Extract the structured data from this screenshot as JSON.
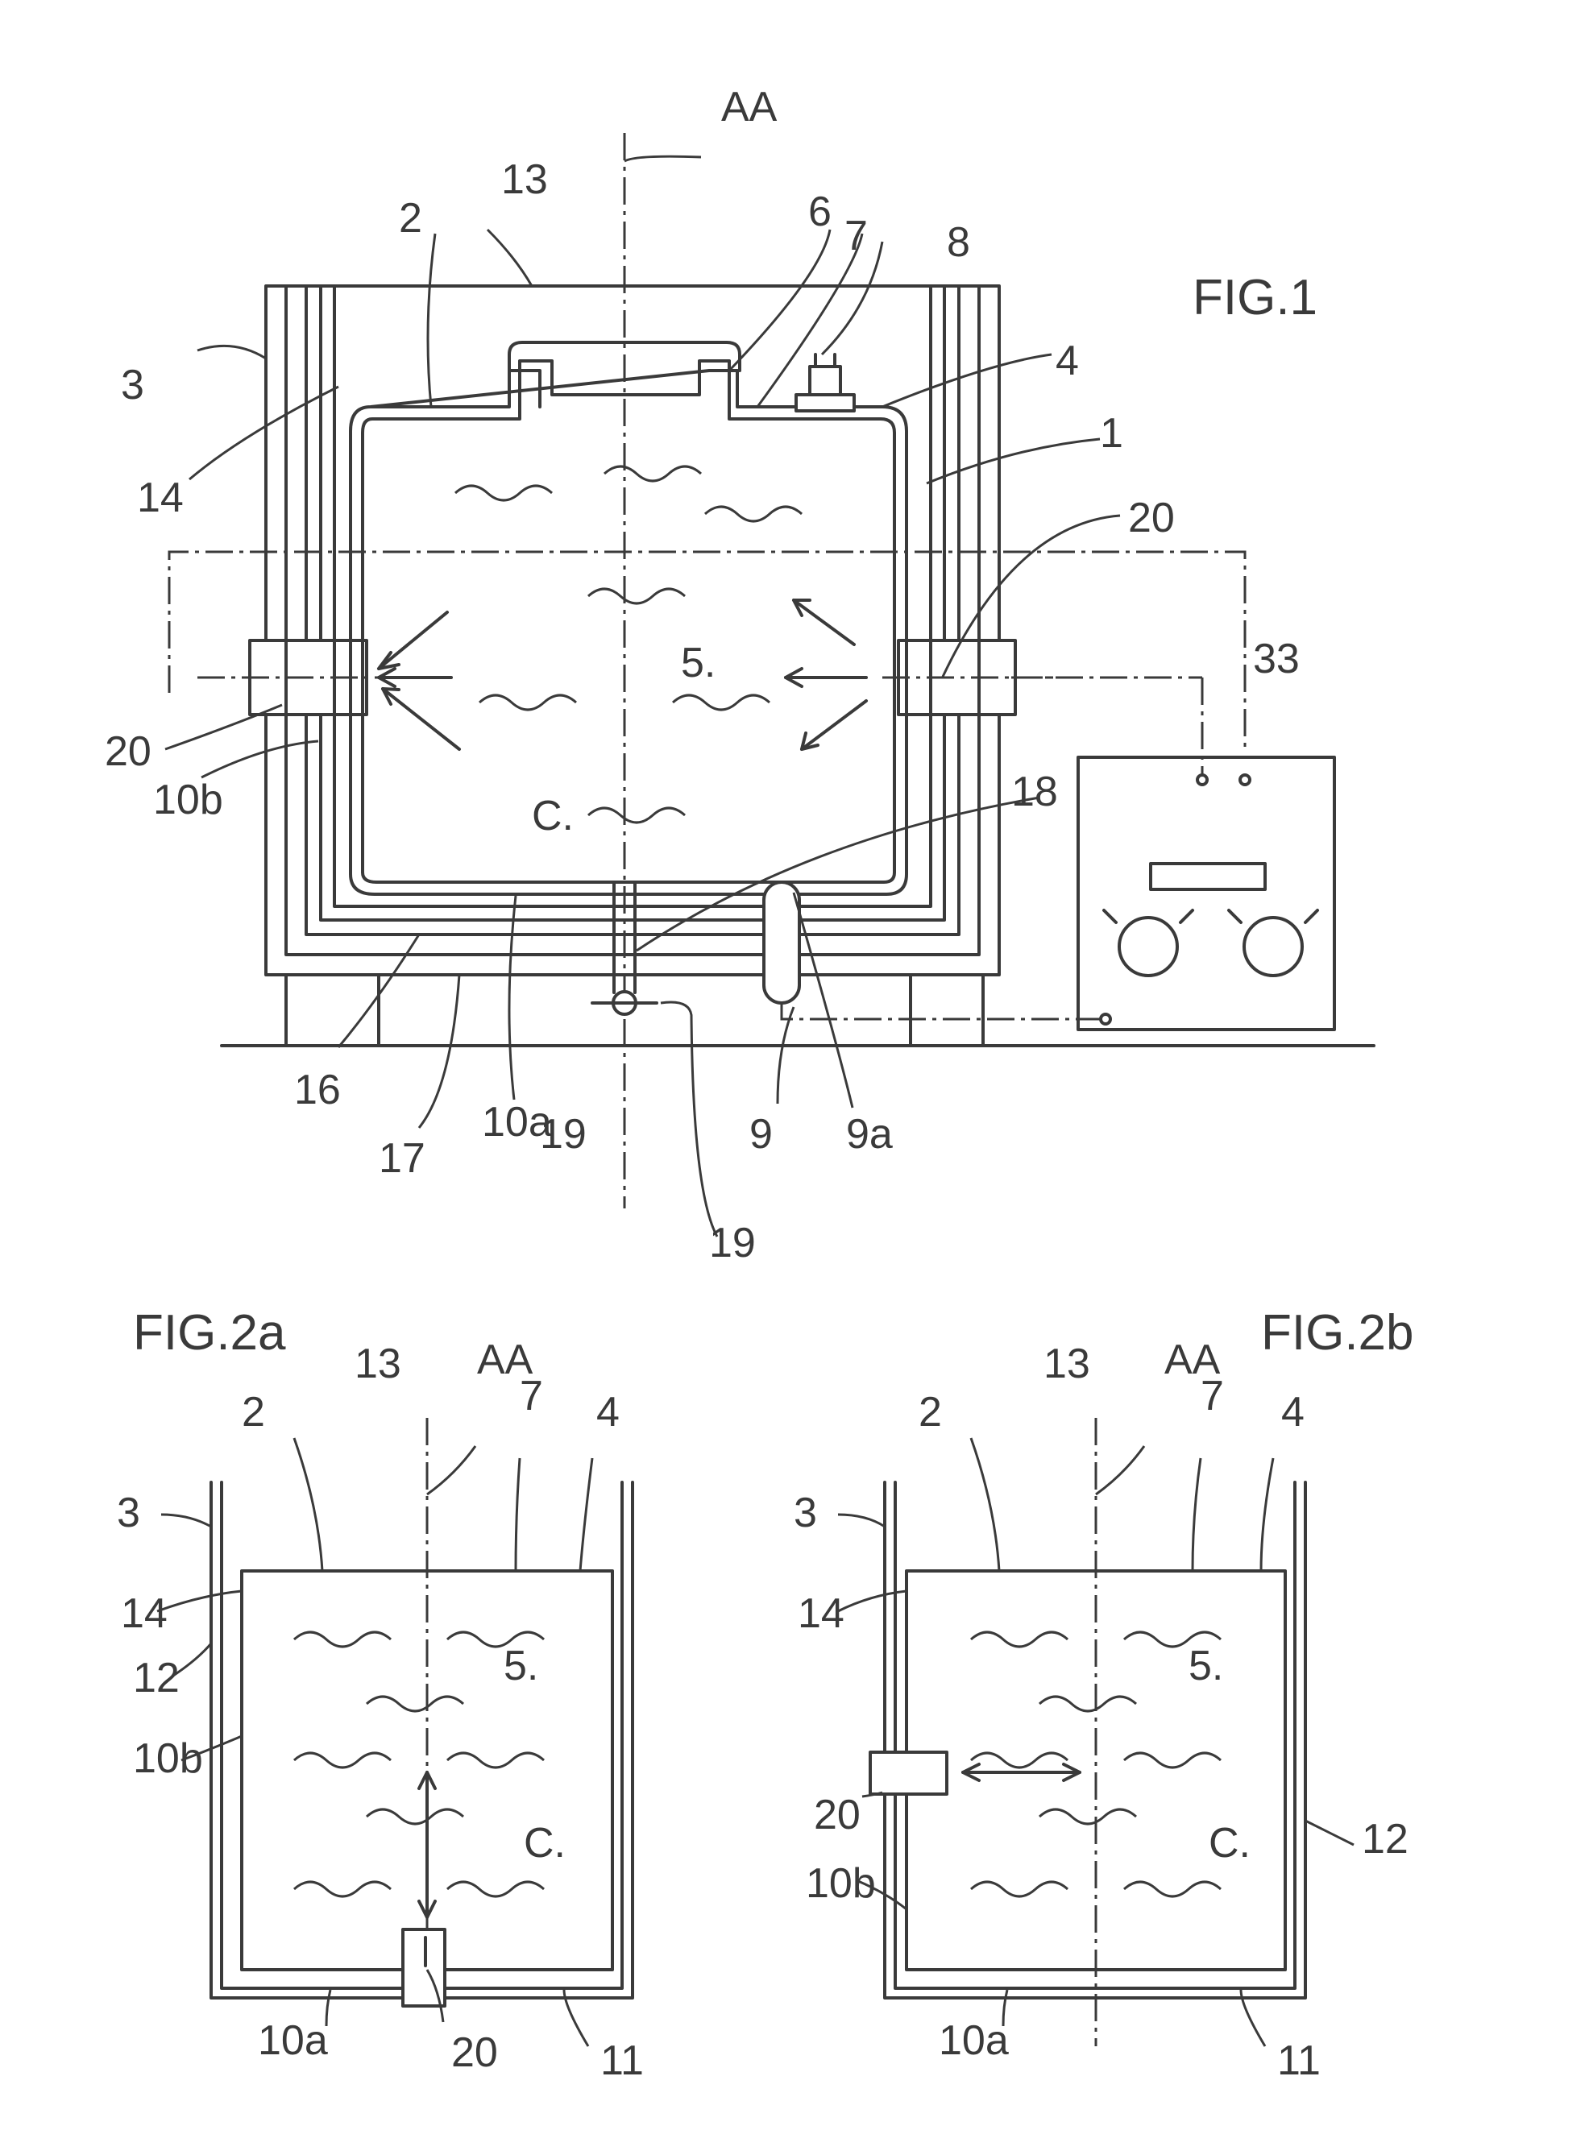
{
  "figures": {
    "fig1": {
      "title": "FIG.1",
      "labels": {
        "axis": "AA",
        "l13": "13",
        "l2": "2",
        "l6": "6",
        "l7": "7",
        "l8": "8",
        "l4": "4",
        "l3": "3",
        "l1": "1",
        "l14": "14",
        "l20a": "20",
        "l20b": "20",
        "l33": "33",
        "l5": "5.",
        "lC": "C.",
        "l10b": "10b",
        "l18": "18",
        "l16": "16",
        "l17": "17",
        "l10a": "10a",
        "l19a": "19",
        "l9": "9",
        "l9a": "9a",
        "l19b": "19"
      }
    },
    "fig2a": {
      "title": "FIG.2a",
      "labels": {
        "axis": "AA",
        "l13": "13",
        "l2": "2",
        "l7": "7",
        "l4": "4",
        "l3": "3",
        "l14": "14",
        "l12": "12",
        "l5": "5.",
        "l10b": "10b",
        "lC": "C.",
        "l10a": "10a",
        "l20": "20",
        "l11": "11"
      }
    },
    "fig2b": {
      "title": "FIG.2b",
      "labels": {
        "axis": "AA",
        "l13": "13",
        "l2": "2",
        "l7": "7",
        "l4": "4",
        "l3": "3",
        "l14": "14",
        "l5": "5.",
        "l20": "20",
        "lC": "C.",
        "l12": "12",
        "l10b": "10b",
        "l10a": "10a",
        "l11": "11"
      }
    }
  }
}
